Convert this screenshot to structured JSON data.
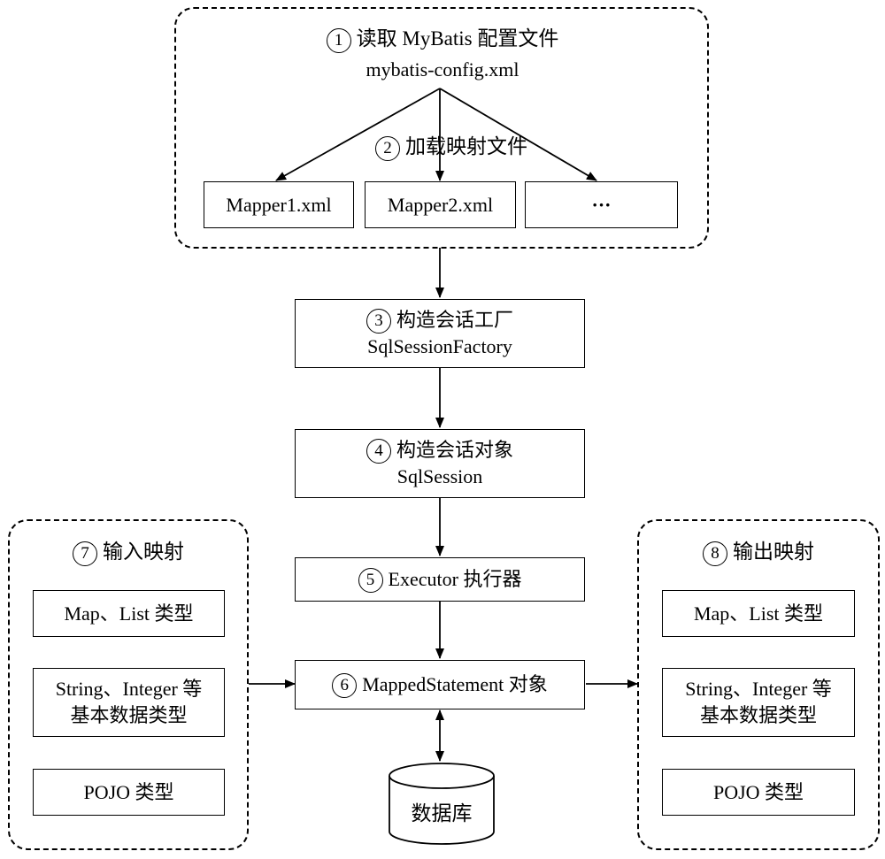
{
  "config_group": {
    "step1_num": "1",
    "step1_text": "读取 MyBatis 配置文件",
    "config_file": "mybatis-config.xml",
    "step2_num": "2",
    "step2_text": "加载映射文件",
    "mappers": [
      "Mapper1.xml",
      "Mapper2.xml",
      "···"
    ]
  },
  "step3": {
    "num": "3",
    "title": "构造会话工厂",
    "subtitle": "SqlSessionFactory"
  },
  "step4": {
    "num": "4",
    "title": "构造会话对象",
    "subtitle": "SqlSession"
  },
  "step5": {
    "num": "5",
    "label": "Executor 执行器"
  },
  "step6": {
    "num": "6",
    "label": "MappedStatement 对象"
  },
  "database": {
    "label": "数据库"
  },
  "input_mapping": {
    "num": "7",
    "title": "输入映射",
    "types": [
      "Map、List 类型",
      "String、Integer 等",
      "基本数据类型",
      "POJO 类型"
    ]
  },
  "output_mapping": {
    "num": "8",
    "title": "输出映射",
    "types": [
      "Map、List 类型",
      "String、Integer 等",
      "基本数据类型",
      "POJO 类型"
    ]
  }
}
